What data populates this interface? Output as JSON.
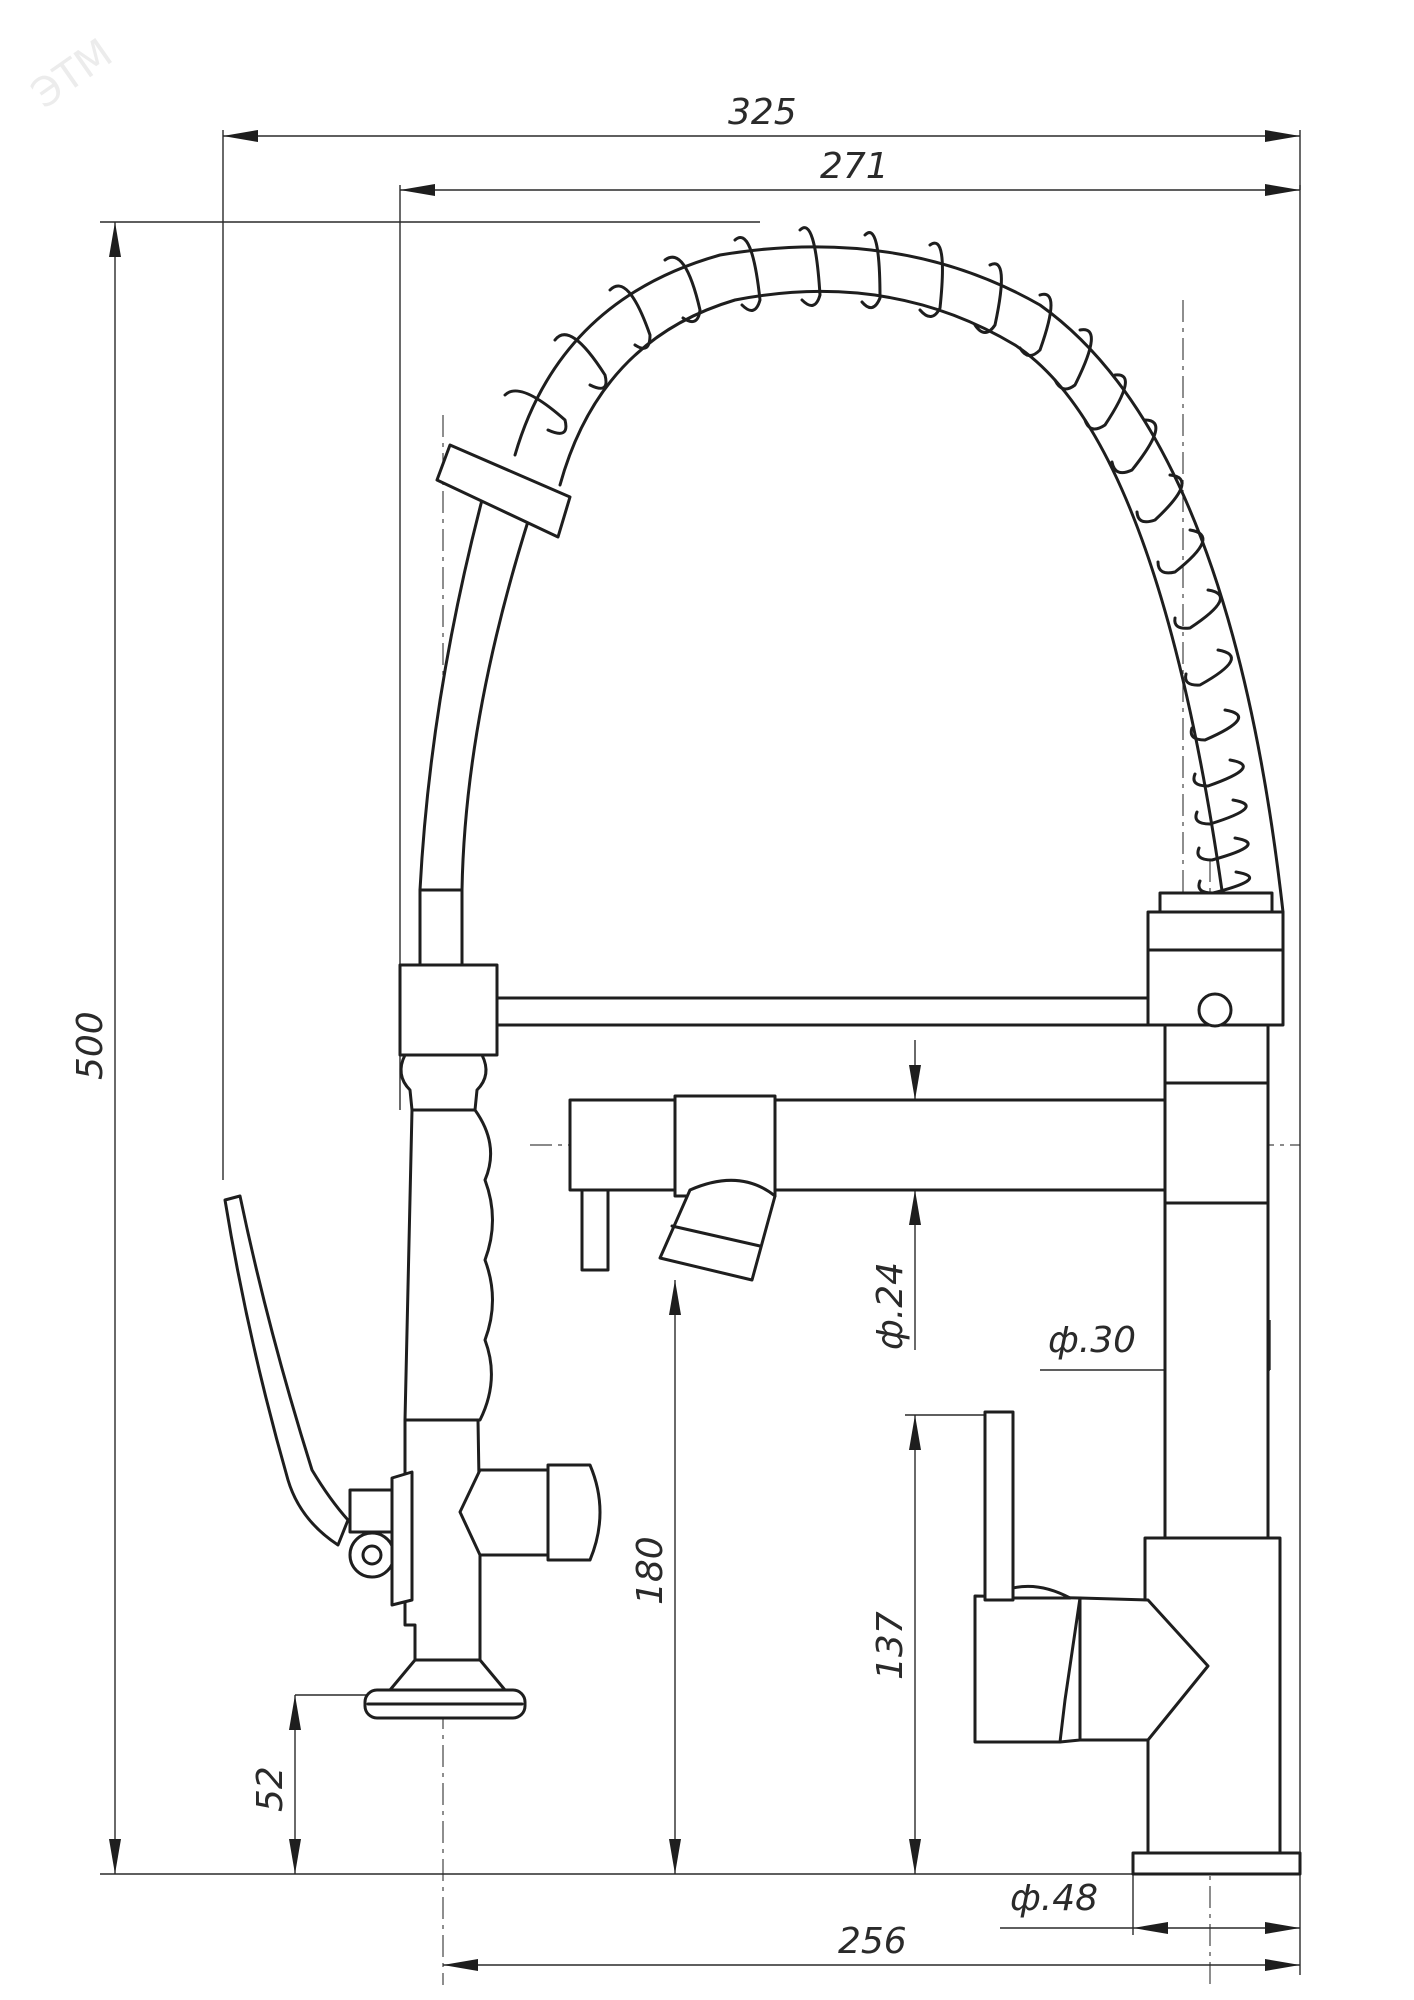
{
  "watermark": "ЭТМ",
  "dimensions": {
    "total_width": "325",
    "spout_reach": "271",
    "total_height": "500",
    "spout_diameter": "ф.24",
    "body_diameter": "ф.30",
    "outlet_height": "180",
    "lever_height": "137",
    "spray_head_height": "52",
    "base_diameter": "ф.48",
    "spray_axis_distance": "256"
  }
}
